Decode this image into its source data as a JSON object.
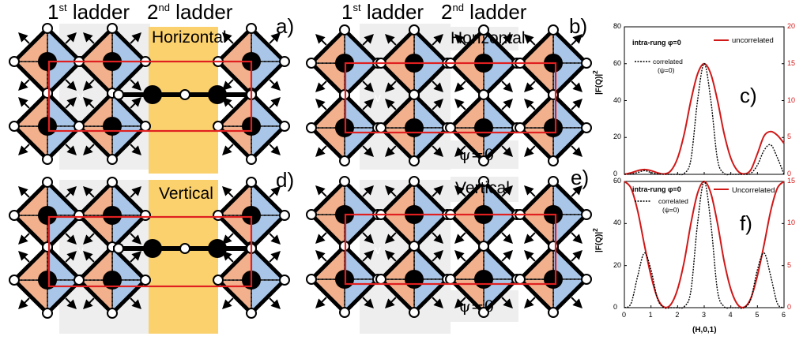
{
  "labels": {
    "ladder1_prefix": "1",
    "ladder1_sup": "st",
    "ladder1_suffix": " ladder",
    "ladder2_prefix": "2",
    "ladder2_sup": "nd",
    "ladder2_suffix": " ladder",
    "horizontal": "Horizontal",
    "vertical": "Vertical",
    "psi0": "ψ=0",
    "v_mark": "V",
    "panels": {
      "a": "a)",
      "b": "b)",
      "c": "c)",
      "d": "d)",
      "e": "e)",
      "f": "f)"
    }
  },
  "colors": {
    "orange": "#f2b08c",
    "blue": "#a9c6e8",
    "yellow": "#fbd16e",
    "gray": "#eeeeee",
    "red_box": "#e02020",
    "red_curve": "#d01818",
    "black": "#000000"
  },
  "chart_data": [
    {
      "type": "line",
      "panel": "c)",
      "xlabel": "",
      "ylabel": "|F(Q)|²",
      "xlim": [
        0,
        6
      ],
      "ylim_left": [
        0,
        80
      ],
      "ylim_right": [
        0,
        20
      ],
      "yticks_left": [
        "0",
        "20",
        "40",
        "60",
        "80"
      ],
      "yticks_right": [
        "0",
        "5",
        "10",
        "15",
        "20"
      ],
      "grid": false,
      "legend_title": "intra-rung φ=0",
      "series": [
        {
          "name": "uncorrelated",
          "axis": "right",
          "style": "solid",
          "x": [
            0,
            0.25,
            0.5,
            0.75,
            1,
            1.25,
            1.5,
            1.75,
            2,
            2.25,
            2.5,
            2.75,
            3,
            3.25,
            3.5,
            3.75,
            4,
            4.25,
            4.5,
            4.75,
            5,
            5.25,
            5.5,
            5.75,
            6
          ],
          "y": [
            0,
            0.2,
            0.5,
            0.65,
            0.5,
            0.2,
            0.05,
            0.5,
            2.2,
            5.5,
            10,
            13.6,
            15,
            13.6,
            10,
            5.5,
            2.2,
            0.5,
            0.05,
            0.6,
            2.8,
            5.2,
            5.8,
            5.3,
            4.2
          ]
        },
        {
          "name": "correlated (ψ=0)",
          "axis": "left",
          "style": "dotted",
          "x": [
            0,
            0.25,
            0.5,
            0.75,
            1,
            1.25,
            1.5,
            1.75,
            2,
            2.25,
            2.5,
            2.75,
            3,
            3.25,
            3.5,
            3.75,
            4,
            4.25,
            4.5,
            4.75,
            5,
            5.25,
            5.5,
            5.75,
            6
          ],
          "y": [
            0,
            0.2,
            1,
            2,
            1,
            0.2,
            0,
            0,
            0,
            0.5,
            8,
            40,
            60,
            40,
            8,
            0.5,
            0,
            0,
            0,
            0.5,
            5,
            13,
            16,
            9,
            0
          ]
        }
      ]
    },
    {
      "type": "line",
      "panel": "f)",
      "xlabel": "(H,0,1)",
      "ylabel": "|F(Q)|²",
      "xlim": [
        0,
        6
      ],
      "ylim_left": [
        0,
        60
      ],
      "ylim_right": [
        0,
        15
      ],
      "xticks": [
        "0",
        "1",
        "2",
        "3",
        "4",
        "5",
        "6"
      ],
      "yticks_left": [
        "0",
        "20",
        "40",
        "60"
      ],
      "yticks_right": [
        "0",
        "5",
        "10",
        "15"
      ],
      "grid": false,
      "legend_title": "intra-rung φ=0",
      "series": [
        {
          "name": "Uncorrelated",
          "axis": "right",
          "style": "solid",
          "x": [
            0,
            0.25,
            0.5,
            0.75,
            1,
            1.25,
            1.5,
            1.75,
            2,
            2.25,
            2.5,
            2.75,
            3,
            3.25,
            3.5,
            3.75,
            4,
            4.25,
            4.5,
            4.75,
            5,
            5.25,
            5.5,
            5.75,
            6
          ],
          "y": [
            15,
            14.2,
            11.5,
            7.5,
            3.8,
            1.1,
            0.05,
            0.4,
            2.2,
            5.5,
            10,
            13.6,
            15,
            13.6,
            10,
            5.5,
            2.2,
            0.4,
            0.05,
            1.1,
            3.8,
            7.5,
            11.5,
            14.2,
            15
          ]
        },
        {
          "name": "correlated (ψ=0)",
          "axis": "left",
          "style": "dotted",
          "x": [
            0,
            0.25,
            0.5,
            0.75,
            1,
            1.25,
            1.5,
            1.75,
            2,
            2.25,
            2.5,
            2.75,
            3,
            3.25,
            3.5,
            3.75,
            4,
            4.25,
            4.5,
            4.75,
            5,
            5.25,
            5.5,
            5.75,
            6
          ],
          "y": [
            0,
            2,
            15,
            26,
            18,
            4,
            0,
            0,
            0,
            0.5,
            8,
            40,
            60,
            40,
            8,
            0.5,
            0,
            0,
            0,
            4,
            18,
            26,
            15,
            2,
            0
          ]
        }
      ]
    }
  ],
  "legend": {
    "c_title": "intra-rung φ=0",
    "c_uncorr": "uncorrelated",
    "c_corr1": "correlated",
    "c_corr2": "(ψ=0)",
    "f_title": "intra-rung φ=0",
    "f_uncorr": "Uncorrelated",
    "f_corr1": "correlated",
    "f_corr2": "(ψ=0)",
    "ylabel_base": "|F(Q)|",
    "ylabel_sup": "2",
    "xlabel": "(H,0,1)"
  }
}
